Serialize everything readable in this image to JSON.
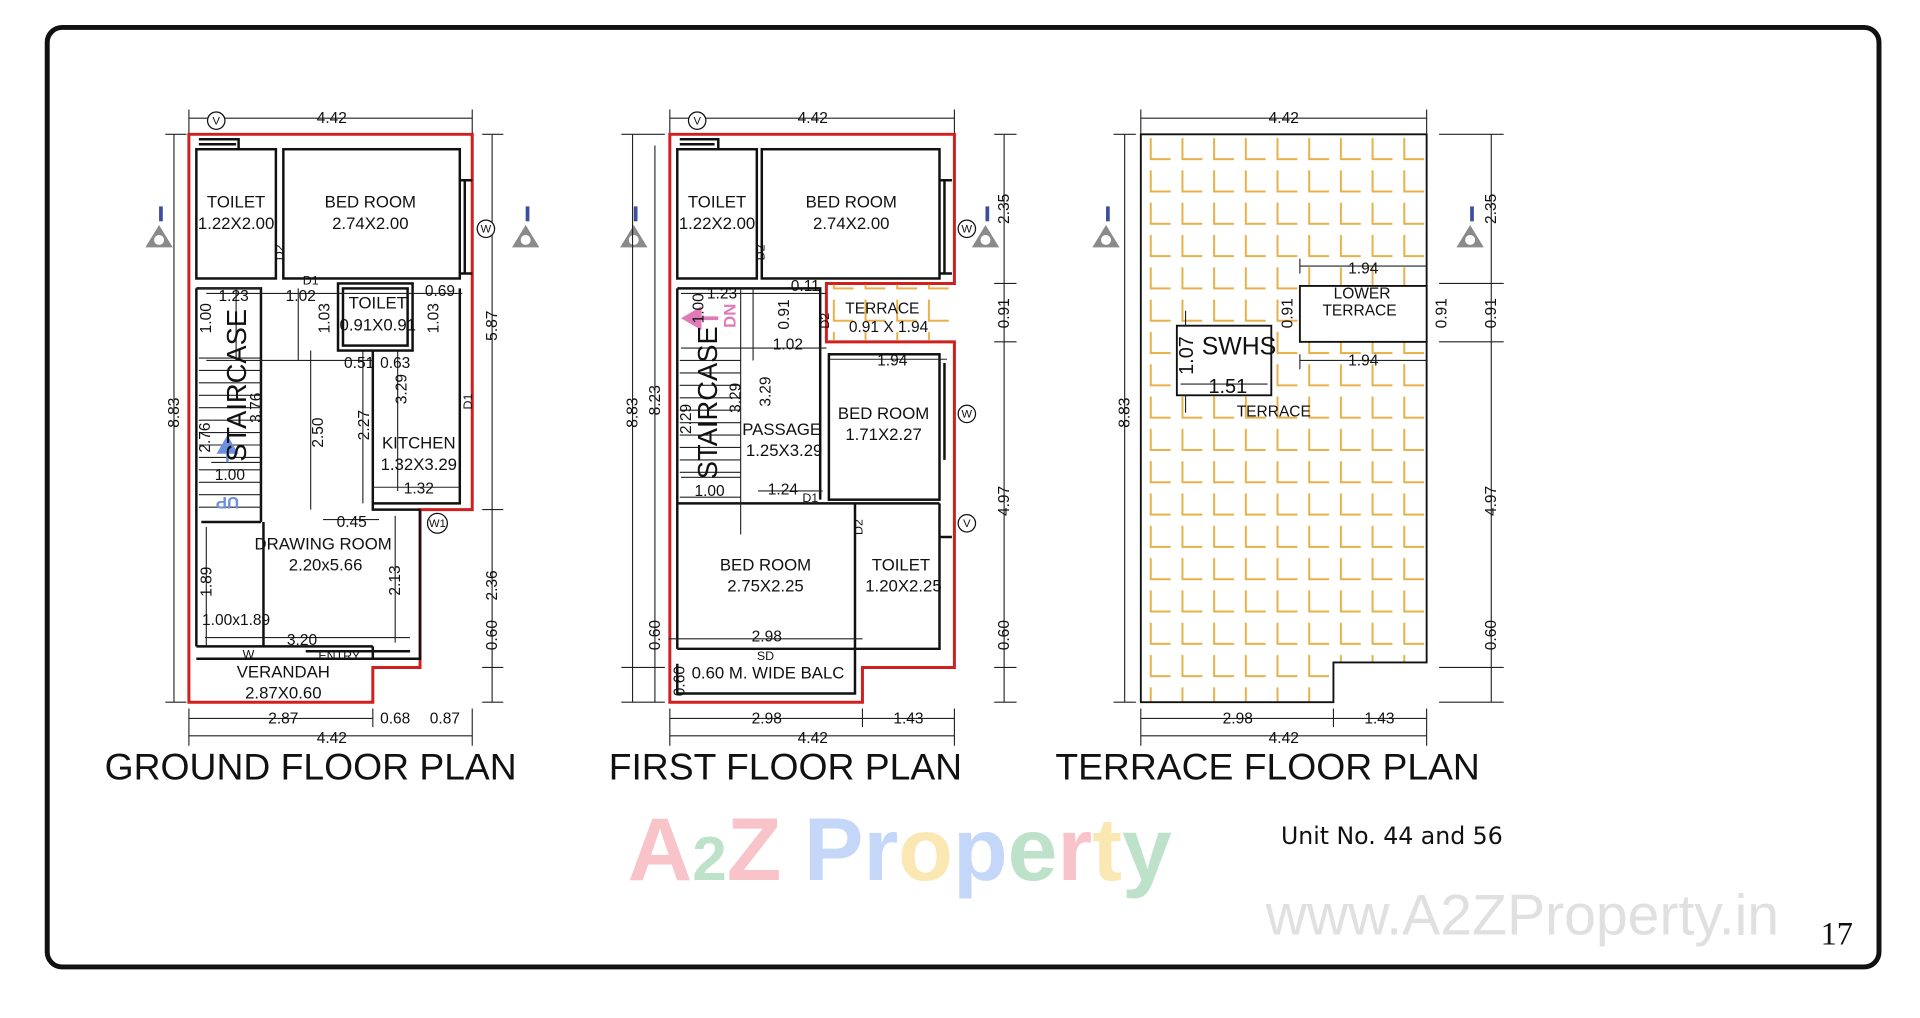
{
  "colors": {
    "outline_red": "#d01f1f",
    "tile_orange": "#e8b04a",
    "staircase_arrow_blue": "#6d8fe0",
    "dn_pink": "#e07ab8"
  },
  "ground": {
    "title": "GROUND FLOOR PLAN",
    "rooms": {
      "toilet": {
        "name": "TOILET",
        "size": "1.22X2.00"
      },
      "bedroom": {
        "name": "BED ROOM",
        "size": "2.74X2.00"
      },
      "toilet_small": {
        "name": "TOILET",
        "size": "0.91X0.91"
      },
      "kitchen": {
        "name": "KITCHEN",
        "size": "1.32X3.29"
      },
      "drawing": {
        "name": "DRAWING ROOM",
        "size": "2.20x5.66"
      },
      "verandah": {
        "name": "VERANDAH",
        "size": "2.87X0.60"
      },
      "entry": "ENTRY",
      "staircase": "STAIRCASE",
      "up": "UP",
      "under_stair": "1.00x1.89"
    },
    "marks": {
      "d1a": "D1",
      "d2": "D2",
      "d1b": "D1",
      "w": "W",
      "v_circle": "V",
      "w_circle": "W",
      "w1_circle": "W1"
    },
    "dims": [
      "4.42",
      "1.23",
      "1.02",
      "0.69",
      "1.00",
      "1.03",
      "1.03",
      "0.51",
      "0.63",
      "3.76",
      "2.76",
      "1.00",
      "2.50",
      "2.27",
      "3.29",
      "1.32",
      "0.45",
      "1.89",
      "2.13",
      "3.20",
      "8.83",
      "5.87",
      "2.36",
      "0.60",
      "2.87",
      "0.68",
      "0.87",
      "4.42"
    ]
  },
  "first": {
    "title": "FIRST FLOOR PLAN",
    "rooms": {
      "toilet": {
        "name": "TOILET",
        "size": "1.22X2.00"
      },
      "bedroom1": {
        "name": "BED ROOM",
        "size": "2.74X2.00"
      },
      "terrace": {
        "name": "TERRACE",
        "size": "0.91 X 1.94"
      },
      "bedroom2": {
        "name": "BED ROOM",
        "size": "1.71X2.27"
      },
      "passage": {
        "name": "PASSAGE",
        "size": "1.25X3.29"
      },
      "staircase": "STAIRCASE",
      "dn": "DN",
      "bedroom3": {
        "name": "BED ROOM",
        "size": "2.75X2.25"
      },
      "toilet2": {
        "name": "TOILET",
        "size": "1.20X2.25"
      },
      "balcony": "0.60 M. WIDE BALC",
      "sd": "SD"
    },
    "marks": {
      "d2a": "D2",
      "d2b": "D2",
      "d1": "D1",
      "d2c": "D2",
      "v_circle": "V",
      "w_circle1": "W",
      "w_circle2": "W",
      "v_circle2": "V"
    },
    "dims": [
      "4.42",
      "8.83",
      "8.23",
      "2.35",
      "0.91",
      "4.97",
      "0.60",
      "1.23",
      "0.11",
      "1.00",
      "0.91",
      "1.02",
      "1.94",
      "3.29",
      "3.29",
      "2.29",
      "1.00",
      "1.24",
      "2.98",
      "0.60",
      "0.60",
      "2.98",
      "1.43",
      "4.42"
    ]
  },
  "terrace": {
    "title": "TERRACE FLOOR PLAN",
    "labels": {
      "swhs": "SWHS",
      "terrace": "TERRACE",
      "lower1": "LOWER",
      "lower2": "TERRACE"
    },
    "dims": [
      "4.42",
      "8.83",
      "2.35",
      "0.91",
      "4.97",
      "0.60",
      "1.94",
      "1.94",
      "0.91",
      "0.91",
      "1.07",
      "1.51",
      "2.98",
      "1.43",
      "4.42"
    ]
  },
  "watermark": "www.A2ZProperty.in",
  "logo": {
    "a": "A",
    "two": "2",
    "z": "Z",
    "p": "P",
    "r": "r",
    "o": "o",
    "p2": "p",
    "e": "e",
    "r2": "r",
    "t": "t",
    "y": "y"
  },
  "unit_label": "Unit No. 44 and 56",
  "page_number": "17"
}
